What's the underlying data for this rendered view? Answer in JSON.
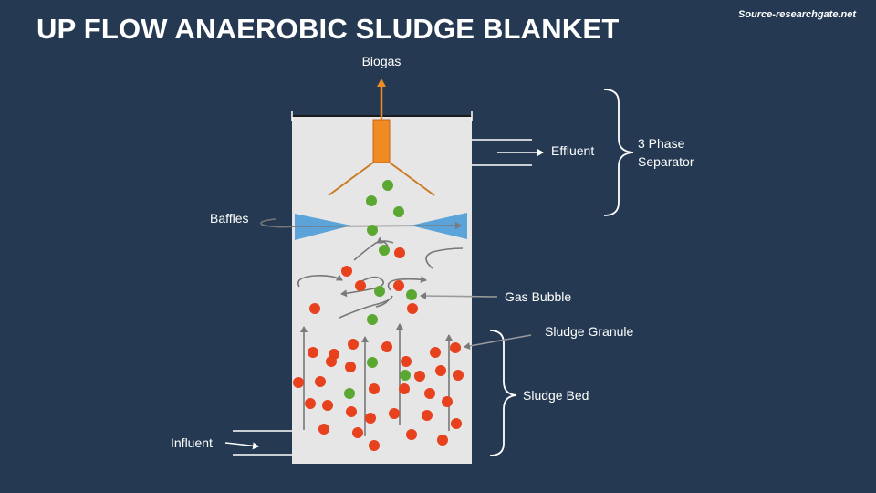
{
  "title": "UP FLOW ANAEROBIC SLUDGE BLANKET",
  "source": "Source-researchgate.net",
  "labels": {
    "biogas": "Biogas",
    "effluent": "Effluent",
    "separator_line1": "3 Phase",
    "separator_line2": "Separator",
    "baffles": "Baffles",
    "gas_bubble": "Gas Bubble",
    "sludge_granule": "Sludge Granule",
    "sludge_bed": "Sludge Bed",
    "influent": "Influent"
  },
  "colors": {
    "background": "#253a52",
    "tank": "#e6e6e6",
    "gas_bubble": "#5aa832",
    "sludge_granule": "#e8411e",
    "biogas_pipe": "#f08a22",
    "baffle": "#5ba3d9",
    "flow_arrow": "#777777"
  }
}
